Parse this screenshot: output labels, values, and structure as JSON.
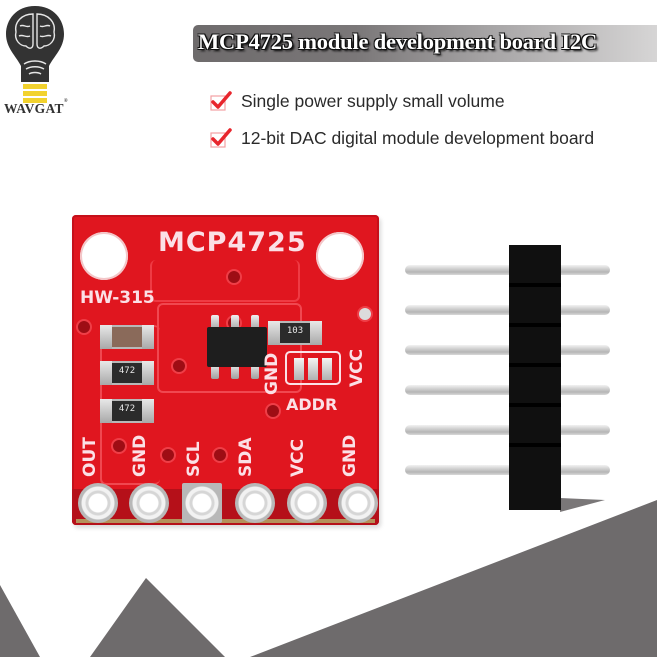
{
  "logo": {
    "brand": "WAVGAT",
    "mark": "®",
    "icon": "lightbulb-brain-icon",
    "colors": {
      "bulb": "#333333",
      "base": "#f2d22e"
    }
  },
  "banner": {
    "title": "MCP4725 module development board I2C"
  },
  "features": [
    {
      "icon": "checkbox-checked-icon",
      "text": "Single power supply small volume"
    },
    {
      "icon": "checkbox-checked-icon",
      "text": "12-bit DAC digital module development board"
    }
  ],
  "board": {
    "name": "MCP4725",
    "model": "HW-315",
    "resistor_codes": [
      "472",
      "472",
      "103"
    ],
    "addr_label": "ADDR",
    "addr_side_labels": [
      "GND",
      "VCC"
    ],
    "pin_labels": [
      "OUT",
      "GND",
      "SCL",
      "SDA",
      "VCC",
      "GND"
    ],
    "color": "#e0161f"
  },
  "pin_header": {
    "pin_count": 6
  },
  "colors": {
    "background": "#ffffff",
    "accent_grey": "#6e6b6c",
    "check_red": "#e8262d"
  }
}
